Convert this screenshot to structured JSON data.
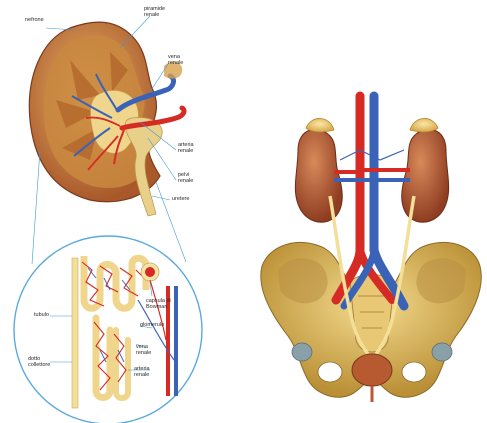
{
  "labels": {
    "nefrone": "nefrone",
    "piramide_renale": "piramide\nrenale",
    "vena_renale_top": "vena\nrenale",
    "arteria_renale_top": "arteria\nrenale",
    "pelvi_renale": "pelvi\nrenale",
    "uretere": "uretere",
    "tubulo": "tubulo",
    "dotto_collettore": "dotto\ncollettore",
    "capsula_bowman": "capsula di\nBowman",
    "glomerulo": "glomerulo",
    "vena_renale_bottom": "vena\nrenale",
    "arteria_renale_bottom": "arteria\nrenale"
  },
  "colors": {
    "kidney": "#b9622d",
    "cortex": "#d7a35a",
    "fat": "#f0d58c",
    "artery": "#d52b24",
    "vein": "#3a63b8",
    "bone": "#d9b45a",
    "leader": "#3d9bd6"
  }
}
